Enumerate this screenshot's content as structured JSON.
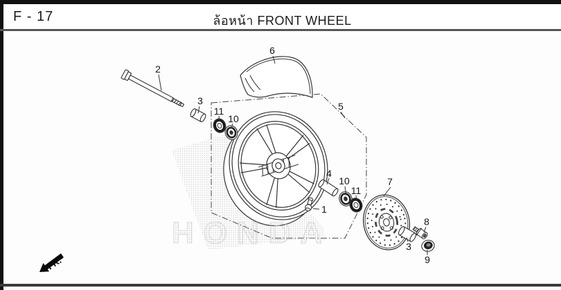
{
  "header": {
    "page_code": "F - 17",
    "title": "ล้อหน้า  FRONT WHEEL"
  },
  "diagram": {
    "watermark": "HONDA",
    "direction_indicator": "FR.",
    "callouts": {
      "c1": "1",
      "c2": "2",
      "c3a": "3",
      "c3b": "3",
      "c4": "4",
      "c5": "5",
      "c6": "6",
      "c7": "7",
      "c8": "8",
      "c9": "9",
      "c10a": "10",
      "c10b": "10",
      "c11a": "11",
      "c11b": "11"
    }
  }
}
